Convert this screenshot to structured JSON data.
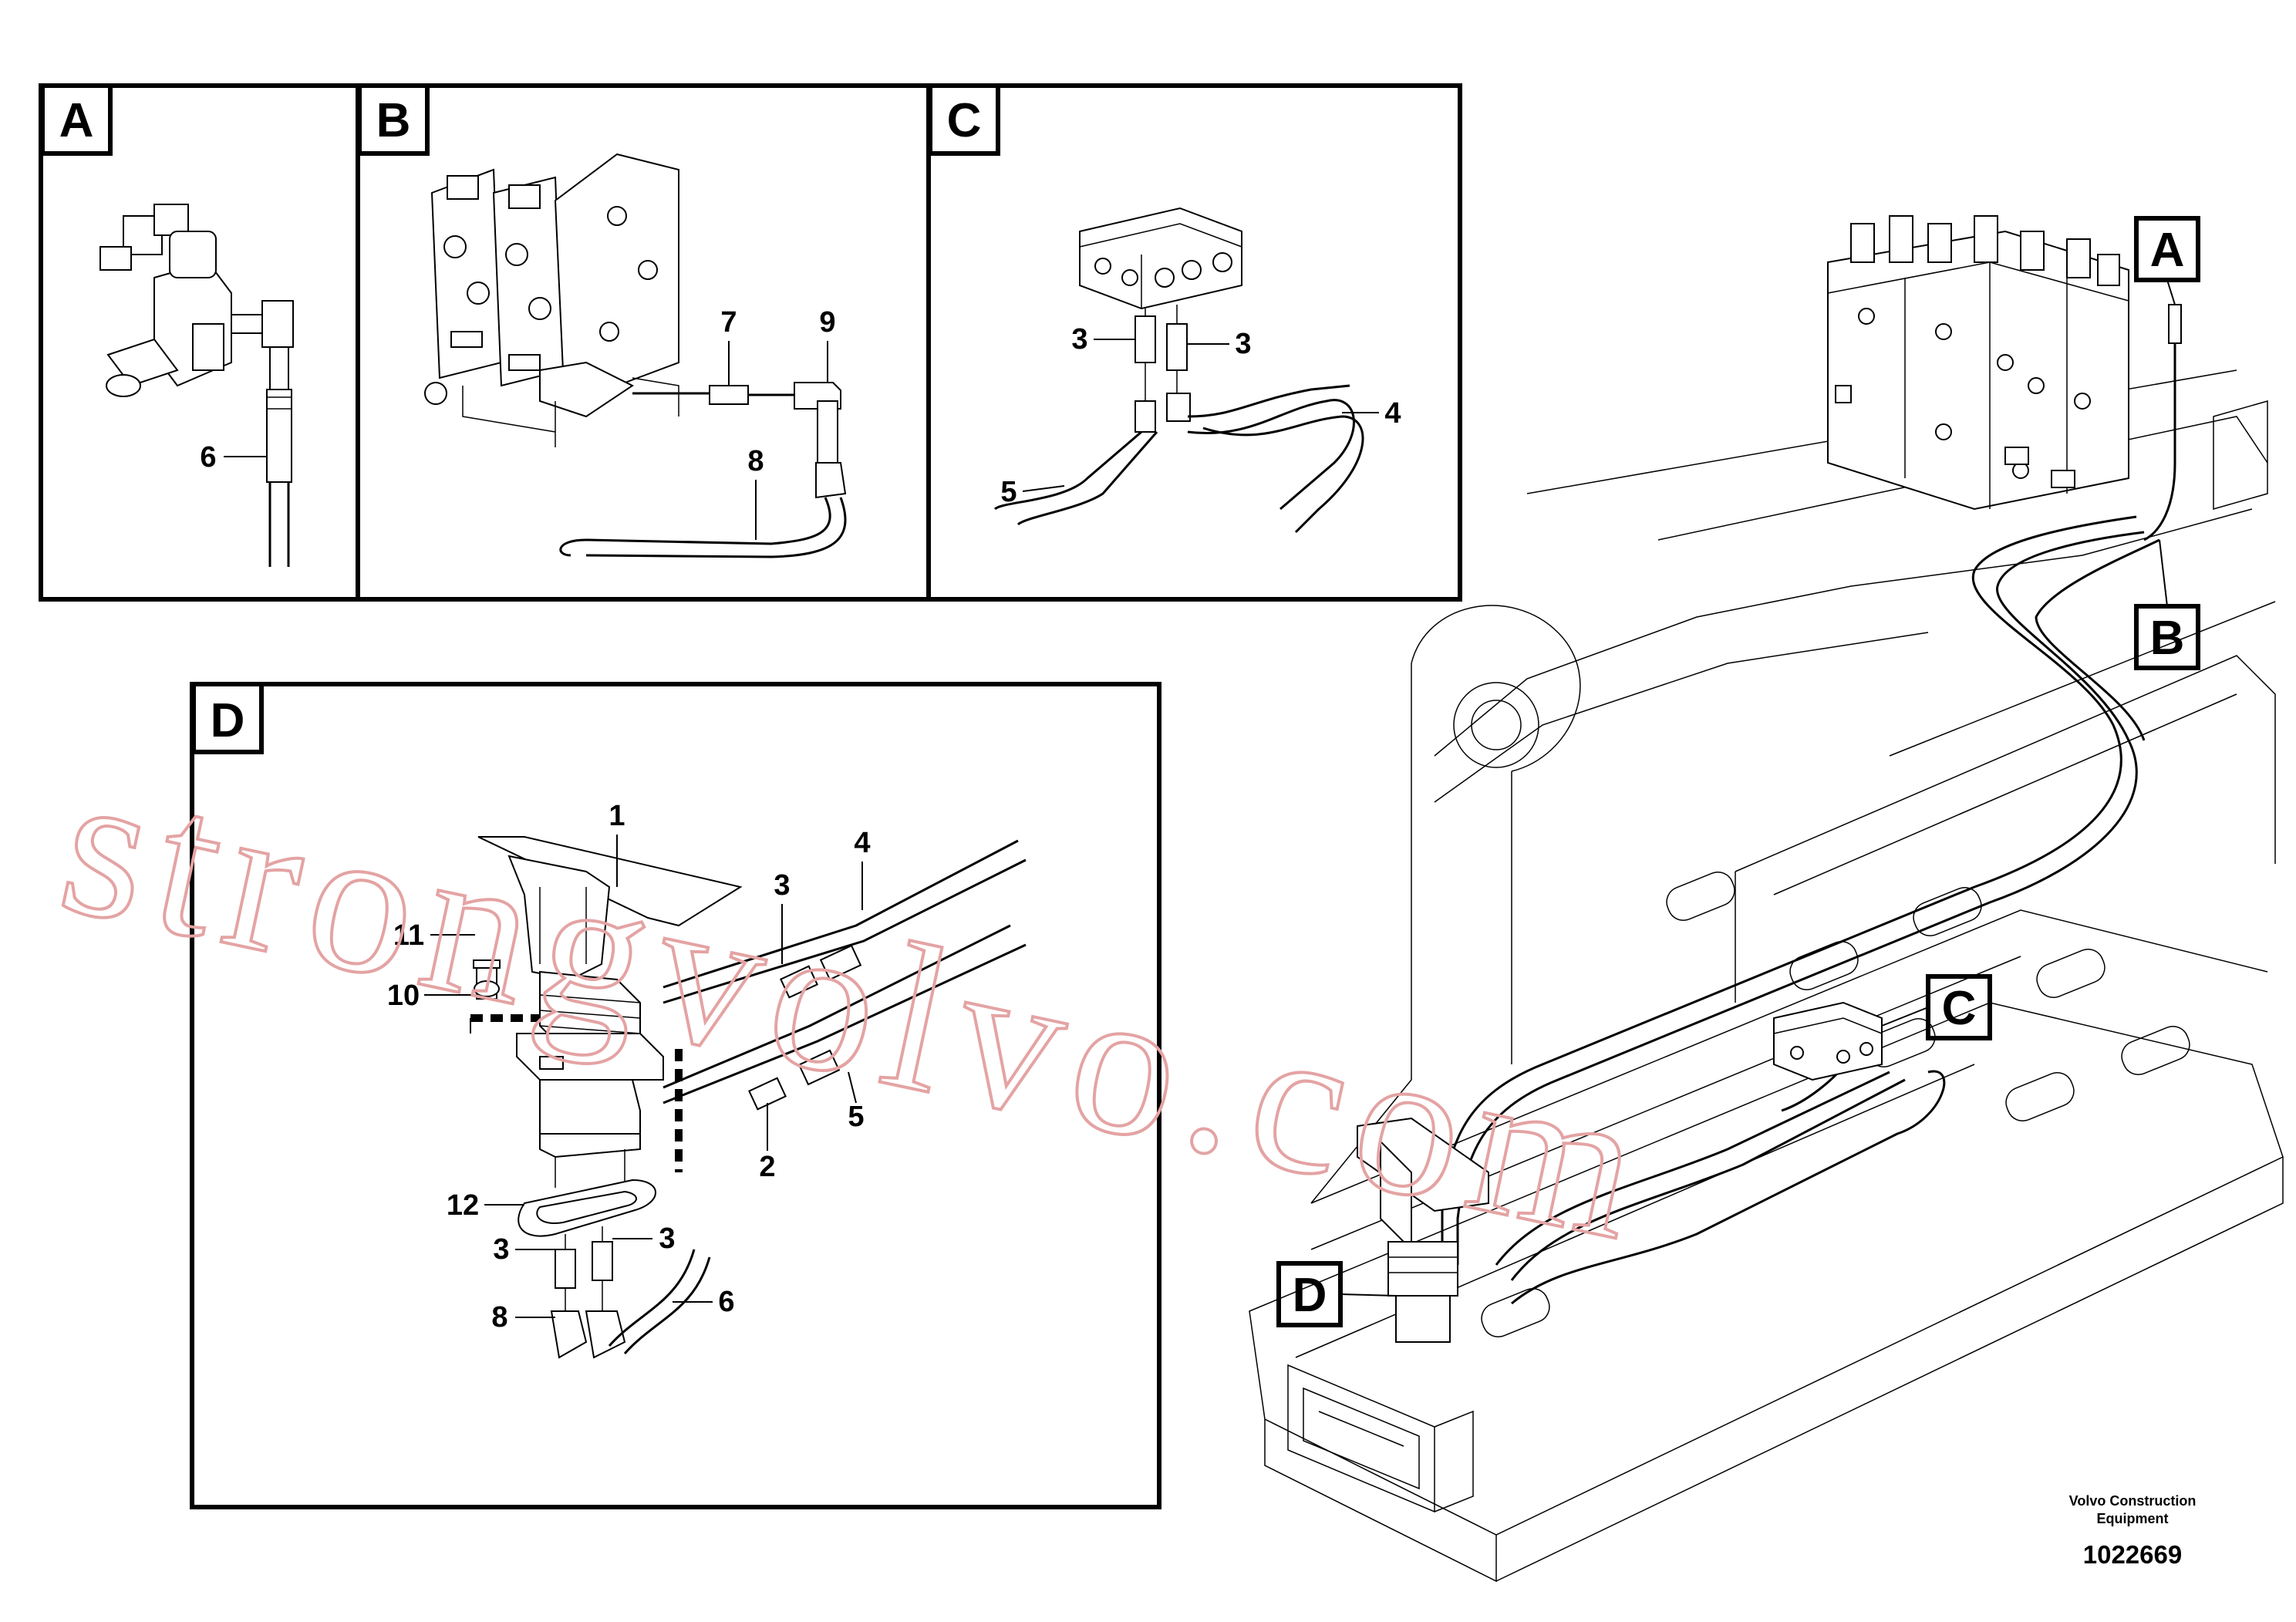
{
  "panels": {
    "A": {
      "letter": "A",
      "callouts": [
        "6"
      ]
    },
    "B": {
      "letter": "B",
      "callouts": [
        "7",
        "9",
        "8"
      ]
    },
    "C": {
      "letter": "C",
      "callouts": [
        "3",
        "3",
        "4",
        "5"
      ]
    },
    "D": {
      "letter": "D",
      "callouts": [
        "1",
        "4",
        "3",
        "11",
        "10",
        "5",
        "2",
        "12",
        "3",
        "3",
        "8",
        "6"
      ]
    }
  },
  "main_view": {
    "markers": [
      "A",
      "B",
      "C",
      "D"
    ]
  },
  "watermark": "strongvolvo.com",
  "footer": {
    "line1": "Volvo Construction",
    "line2": "Equipment",
    "number": "1022669"
  },
  "colors": {
    "line": "#000000",
    "watermark": "#e4a3a3",
    "background": "#ffffff"
  }
}
